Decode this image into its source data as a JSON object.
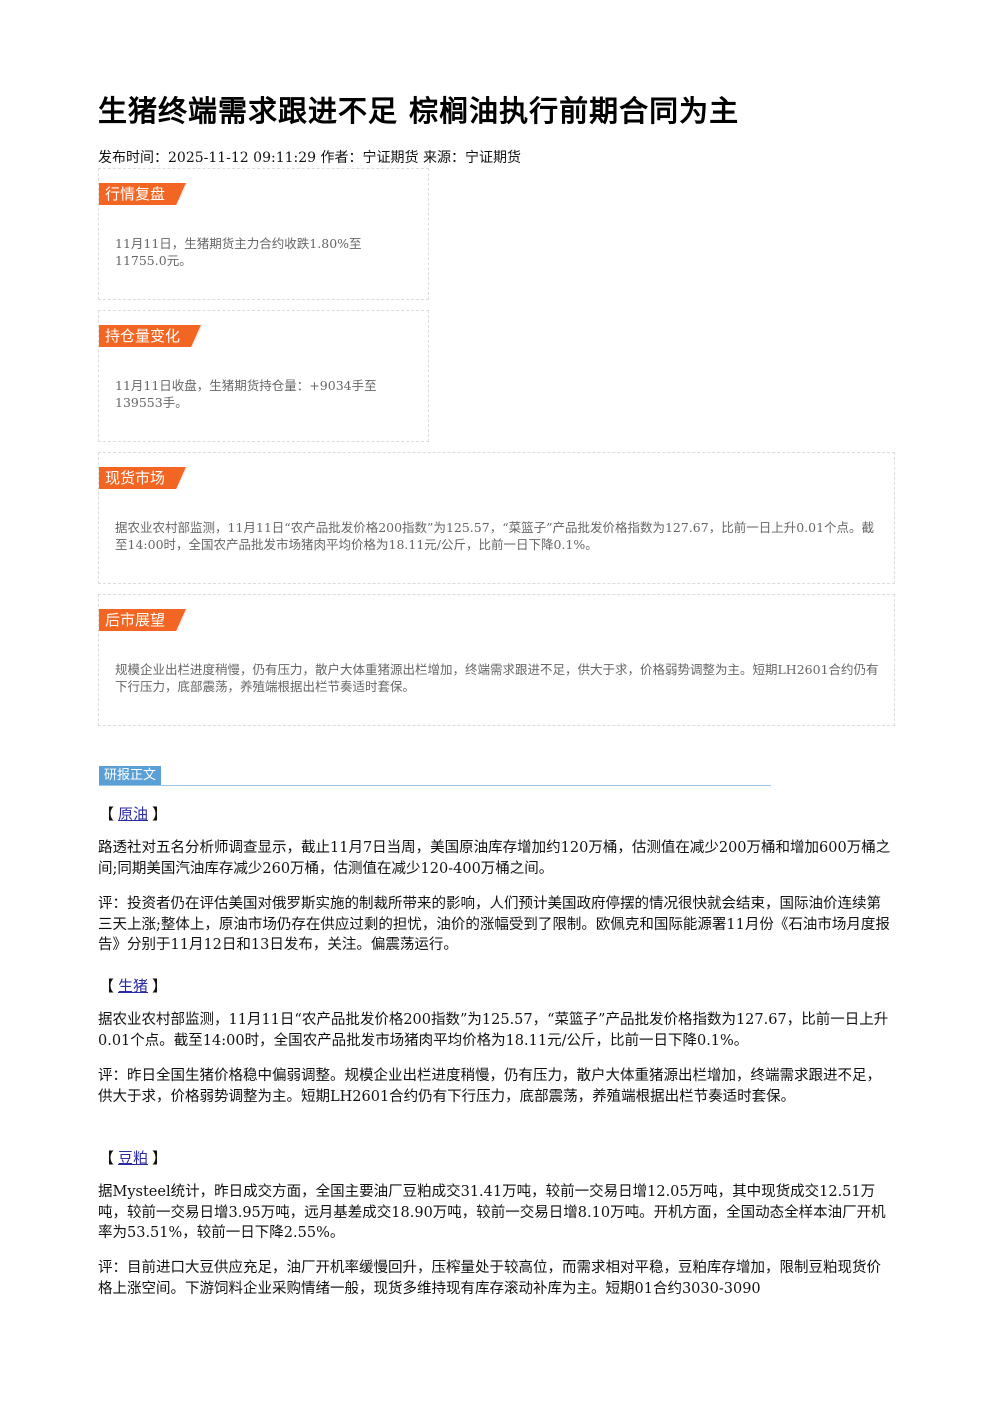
{
  "title": "生猪终端需求跟进不足 棕榈油执行前期合同为主",
  "meta": "发布时间：2025-11-12 09:11:29 作者：宁证期货 来源：宁证期货",
  "summary": {
    "market_review": {
      "label": "行情复盘",
      "text": "11月11日，生猪期货主力合约收跌1.80%至11755.0元。"
    },
    "open_interest": {
      "label": "持仓量变化",
      "text": "11月11日收盘，生猪期货持仓量：+9034手至139553手。"
    },
    "spot_market": {
      "label": "现货市场",
      "text": "据农业农村部监测，11月11日“农产品批发价格200指数”为125.57，“菜篮子”产品批发价格指数为127.67，比前一日上升0.01个点。截至14:00时，全国农产品批发市场猪肉平均价格为18.11元/公斤，比前一日下降0.1%。"
    },
    "outlook": {
      "label": "后市展望",
      "text": "规模企业出栏进度稍慢，仍有压力，散户大体重猪源出栏增加，终端需求跟进不足，供大于求，价格弱势调整为主。短期LH2601合约仍有下行压力，底部震荡，养殖端根据出栏节奏适时套保。"
    }
  },
  "report_label": "研报正文",
  "sections": [
    {
      "bracket_open": "【",
      "name": "原油",
      "bracket_close": "】",
      "p1": "路透社对五名分析师调查显示，截止11月7日当周，美国原油库存增加约120万桶，估测值在减少200万桶和增加600万桶之间;同期美国汽油库存减少260万桶，估测值在减少120-400万桶之间。",
      "p2": "评：投资者仍在评估美国对俄罗斯实施的制裁所带来的影响，人们预计美国政府停摆的情况很快就会结束，国际油价连续第三天上涨;整体上，原油市场仍存在供应过剩的担忧，油价的涨幅受到了限制。欧佩克和国际能源署11月份《石油市场月度报告》分别于11月12日和13日发布，关注。偏震荡运行。"
    },
    {
      "bracket_open": "【",
      "name": "生猪",
      "bracket_close": "】",
      "p1": "据农业农村部监测，11月11日“农产品批发价格200指数”为125.57，“菜篮子”产品批发价格指数为127.67，比前一日上升0.01个点。截至14:00时，全国农产品批发市场猪肉平均价格为18.11元/公斤，比前一日下降0.1%。",
      "p2": "评：昨日全国生猪价格稳中偏弱调整。规模企业出栏进度稍慢，仍有压力，散户大体重猪源出栏增加，终端需求跟进不足，供大于求，价格弱势调整为主。短期LH2601合约仍有下行压力，底部震荡，养殖端根据出栏节奏适时套保。"
    },
    {
      "bracket_open": "【",
      "name": "豆粕",
      "bracket_close": "】",
      "p1": "据Mysteel统计，昨日成交方面，全国主要油厂豆粕成交31.41万吨，较前一交易日增12.05万吨，其中现货成交12.51万吨，较前一交易日增3.95万吨，远月基差成交18.90万吨，较前一交易日增8.10万吨。开机方面，全国动态全样本油厂开机率为53.51%，较前一日下降2.55%。",
      "p2": "评：目前进口大豆供应充足，油厂开机率缓慢回升，压榨量处于较高位，而需求相对平稳，豆粕库存增加，限制豆粕现货价格上涨空间。下游饲料企业采购情绪一般，现货多维持现有库存滚动补库为主。短期01合约3030-3090"
    }
  ]
}
